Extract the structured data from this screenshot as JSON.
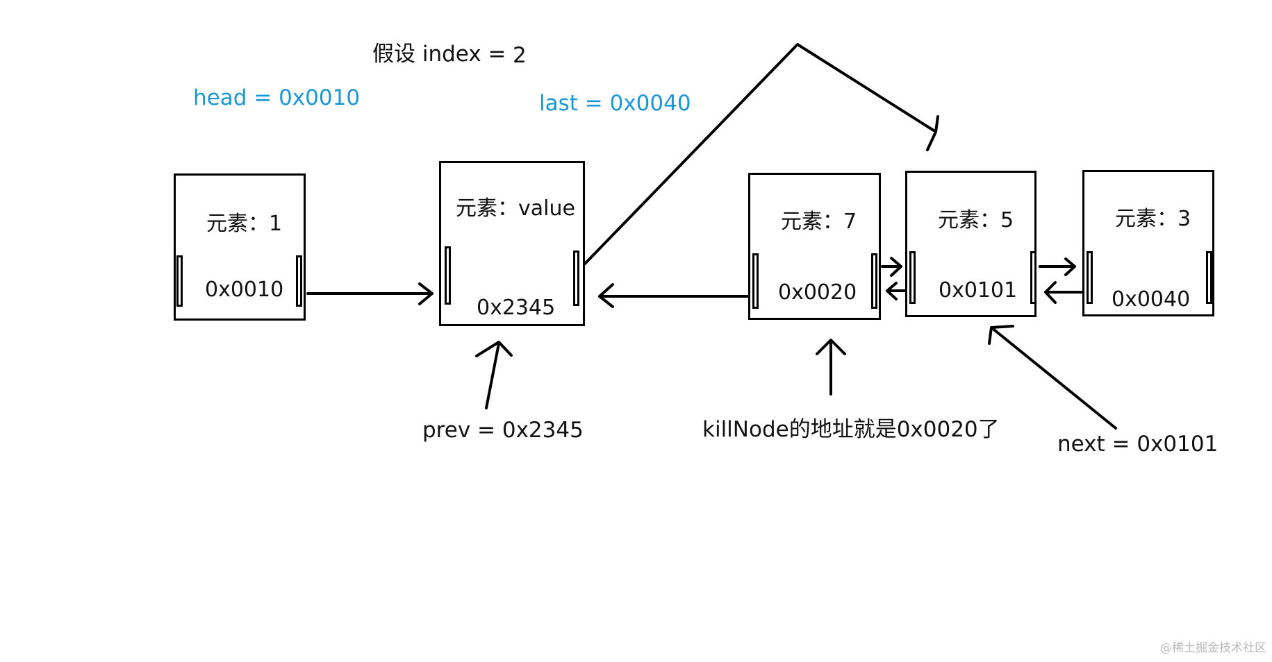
{
  "index_label": "假设 index =",
  "index_value": "2",
  "head_label": "head = 0x0010",
  "last_label": "last = 0x0040",
  "nodes": [
    {
      "element": "元素：1",
      "address": "0x0010"
    },
    {
      "element": "元素：value",
      "address": "0x2345"
    },
    {
      "element": "元素：7",
      "address": "0x0020"
    },
    {
      "element": "元素：5",
      "address": "0x0101"
    },
    {
      "element": "元素：3",
      "address": "0x0040"
    }
  ],
  "prev_label": "prev = 0x2345",
  "killnode_label": "killNode的地址就是0x0020了",
  "next_label": "next = 0x0101",
  "watermark": "@稀土掘金技术社区",
  "colors": {
    "annotation_blue": "#1a97d6",
    "ink": "#000000"
  }
}
